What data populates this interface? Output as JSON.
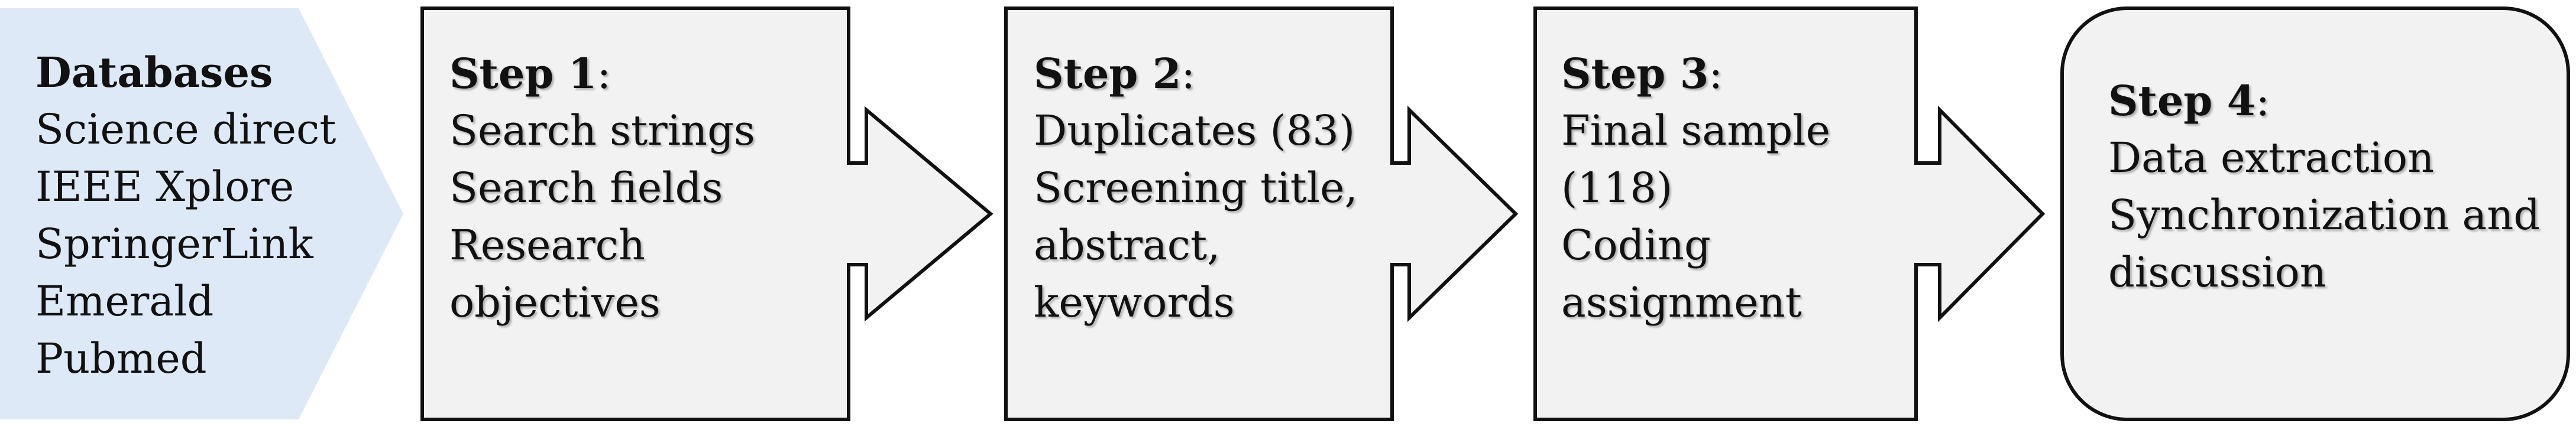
{
  "colors": {
    "database_fill": "#dde9f6",
    "step_fill": "#f2f2f2",
    "stroke": "#111111",
    "text": "#111111"
  },
  "databases": {
    "title": "Databases",
    "items": [
      "Science direct",
      "IEEE Xplore",
      "SpringerLink",
      "Emerald",
      "Pubmed"
    ]
  },
  "steps": [
    {
      "title": "Step 1",
      "lines": [
        "Search strings",
        "Search fields",
        "Research",
        "objectives"
      ]
    },
    {
      "title": "Step 2",
      "lines": [
        "Duplicates (83)",
        "Screening title,",
        "abstract,",
        "keywords"
      ]
    },
    {
      "title": "Step 3",
      "lines": [
        "Final sample",
        "(118)",
        "Coding",
        "assignment"
      ]
    },
    {
      "title": "Step 4",
      "lines": [
        "Data extraction",
        "Synchronization and",
        "discussion"
      ]
    }
  ]
}
